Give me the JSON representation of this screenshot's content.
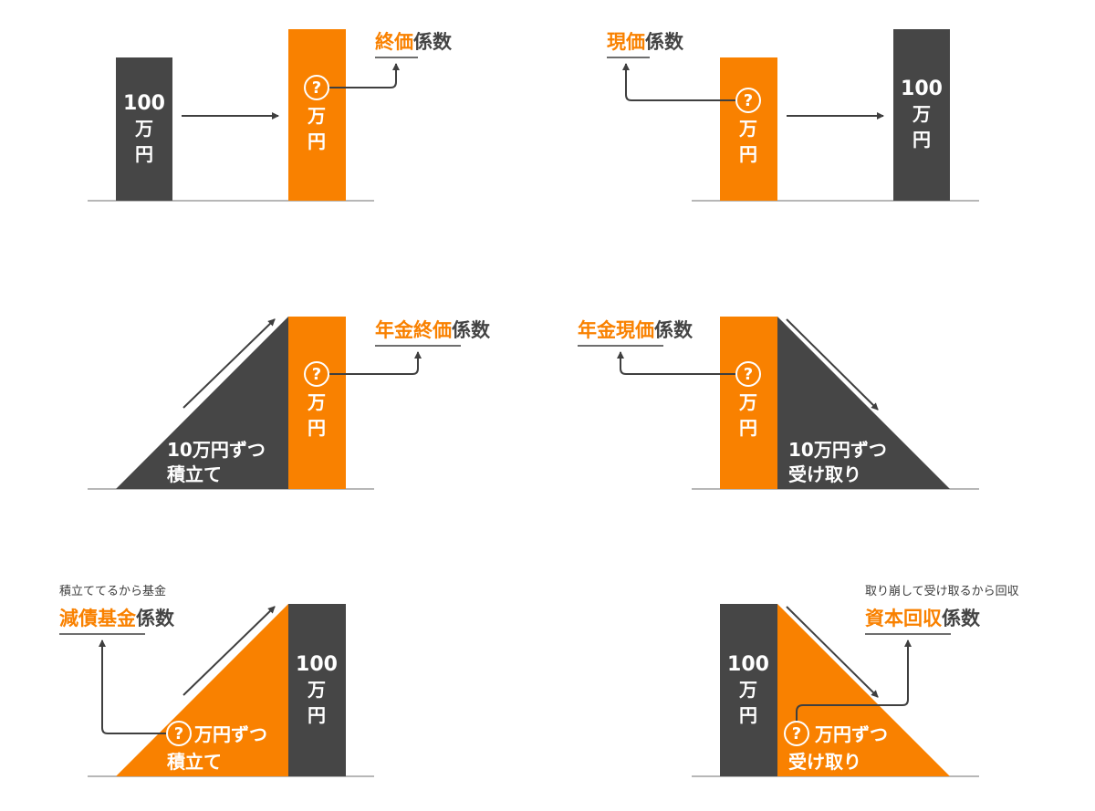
{
  "colors": {
    "accent_orange": "#F98100",
    "dark_gray": "#464646",
    "line": "#3f3f3f",
    "text_dark": "#444444"
  },
  "labels": {
    "q": "?",
    "man": "万",
    "en": "円",
    "amount100": "100",
    "tsumitate_amount": "10万円ずつ",
    "tsumitate_rest": "万円ずつ",
    "tsumitate": "積立て",
    "uketori": "受け取り"
  },
  "panels": {
    "final_value": {
      "title_hl": "終価",
      "title_rest": "係数"
    },
    "present_value": {
      "title_hl": "現価",
      "title_rest": "係数"
    },
    "annuity_final": {
      "title_hl": "年金終価",
      "title_rest": "係数"
    },
    "annuity_present": {
      "title_hl": "年金現価",
      "title_rest": "係数"
    },
    "sinking_fund": {
      "note": "積立ててるから基金",
      "title_hl": "減債基金",
      "title_rest": "係数"
    },
    "capital_recovery": {
      "note": "取り崩して受け取るから回収",
      "title_hl": "資本回収",
      "title_rest": "係数"
    }
  }
}
